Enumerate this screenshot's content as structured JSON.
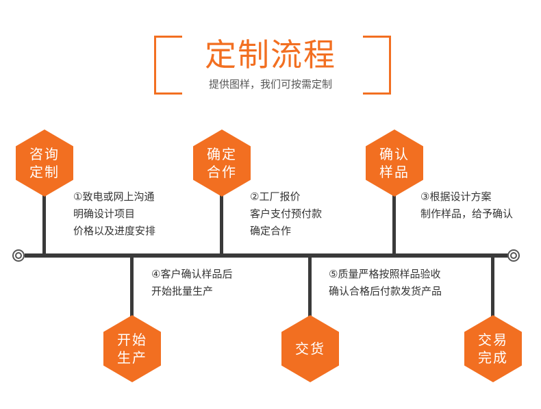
{
  "header": {
    "title": "定制流程",
    "subtitle": "提供图样，我们可按需定制"
  },
  "colors": {
    "accent": "#f26f21",
    "line": "#3a3a3a",
    "text": "#333333"
  },
  "steps": [
    {
      "hex_label": "咨询定制",
      "lines": [
        "①致电或网上沟通",
        "明确设计项目",
        "价格以及进度安排"
      ],
      "position": "top"
    },
    {
      "hex_label": "确定合作",
      "lines": [
        "②工厂报价",
        "客户支付预付款",
        "确定合作"
      ],
      "position": "top"
    },
    {
      "hex_label": "确认样品",
      "lines": [
        "③根据设计方案",
        "制作样品，给予确认"
      ],
      "position": "top"
    },
    {
      "hex_label": "开始生产",
      "lines": [
        "④客户确认样品后",
        "开始批量生产"
      ],
      "position": "bottom"
    },
    {
      "hex_label": "交货",
      "lines": [
        "⑤质量严格按照样品验收",
        "确认合格后付款发货产品"
      ],
      "position": "bottom"
    },
    {
      "hex_label": "交易完成",
      "lines": [],
      "position": "bottom"
    }
  ]
}
